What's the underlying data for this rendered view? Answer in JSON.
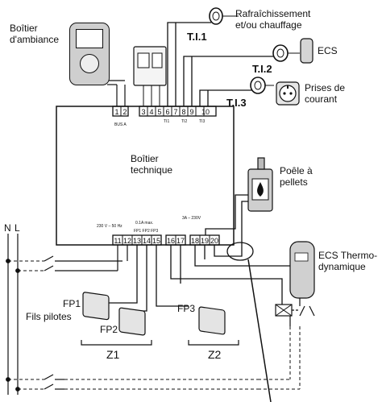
{
  "labels": {
    "boitier_ambiance": [
      "Boîtier",
      "d'ambiance"
    ],
    "refresh": [
      "Rafraîchissement",
      "et/ou chauffage"
    ],
    "ti1": "T.I.1",
    "ti2": "T.I.2",
    "ti3": "T.I.3",
    "ecs": "ECS",
    "prises": [
      "Prises de",
      "courant"
    ],
    "boitier_technique": [
      "Boîtier",
      "technique"
    ],
    "poele": [
      "Poêle à",
      "pellets"
    ],
    "ecs_thermo": [
      "ECS Thermo-",
      "dynamique"
    ],
    "fils_pilotes": "Fils pilotes",
    "fp1": "FP1",
    "fp2": "FP2",
    "fp3": "FP3",
    "z1": "Z1",
    "z2": "Z2",
    "n": "N",
    "l": "L"
  },
  "terminals_top": [
    "1",
    "2",
    "3",
    "4",
    "5",
    "6",
    "7",
    "8",
    "9",
    "10"
  ],
  "terminals_bottom": [
    "11",
    "12",
    "13",
    "14",
    "15",
    "16",
    "17",
    "18",
    "19",
    "20"
  ],
  "small_labels": {
    "bus_a": "BUS A",
    "ti1": "TI1",
    "ti2": "TI2",
    "ti3": "TI3",
    "supply": "230 V – 50 Hz",
    "fp_max": "0.1A max.",
    "fp_list": "FP1  FP2  FP3",
    "relay": "3A – 230V"
  }
}
